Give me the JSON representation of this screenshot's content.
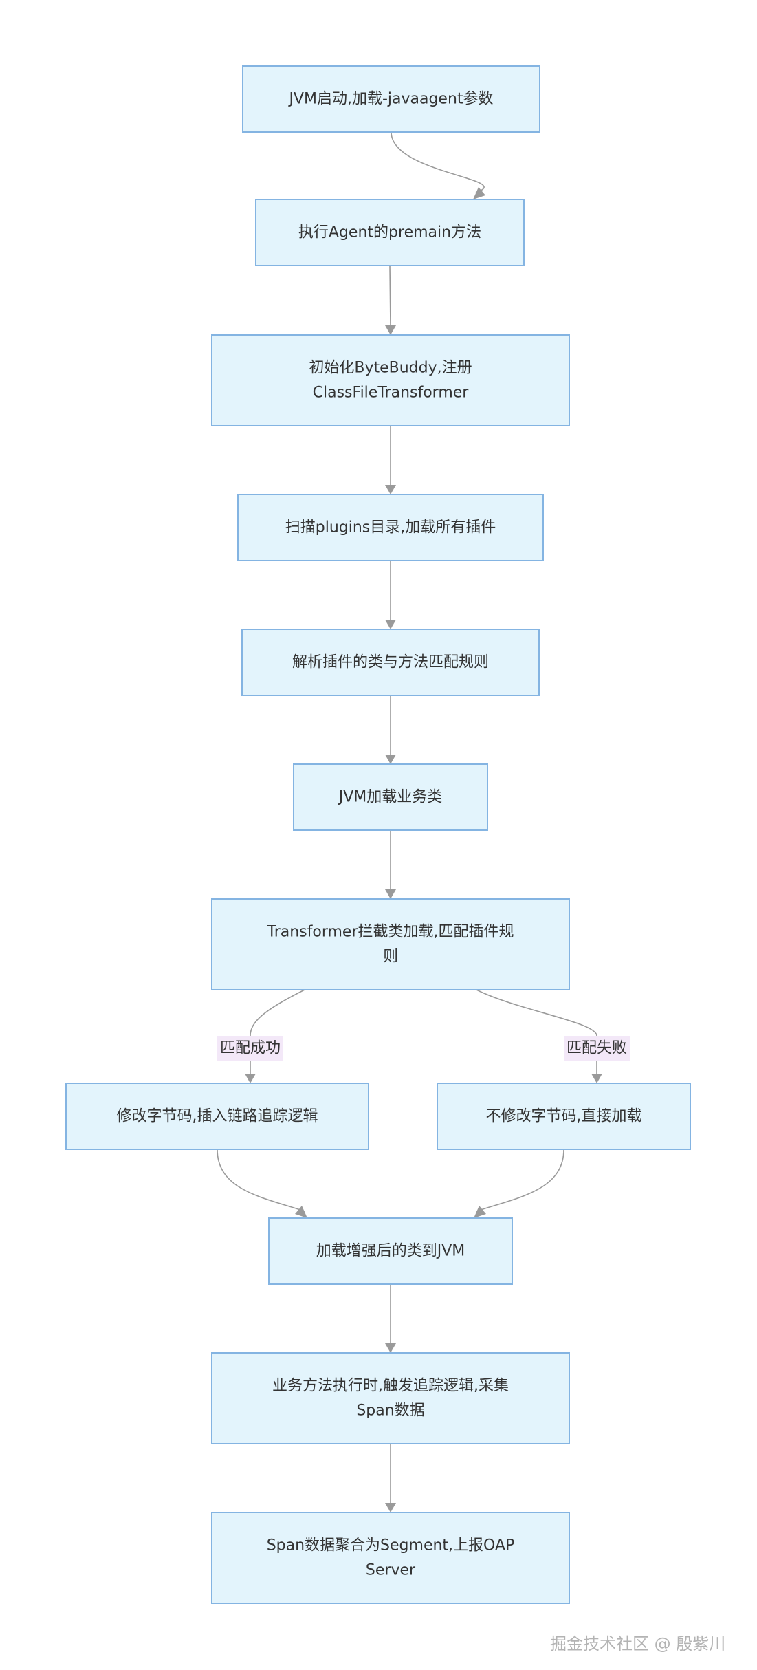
{
  "diagram": {
    "nodes": [
      {
        "id": "jvm-start",
        "lines": [
          "JVM启动,加载-javaagent参数"
        ]
      },
      {
        "id": "premain",
        "lines": [
          "执行Agent的premain方法"
        ]
      },
      {
        "id": "init-bytebuddy",
        "lines": [
          "初始化ByteBuddy,注册",
          "ClassFileTransformer"
        ]
      },
      {
        "id": "scan-plugins",
        "lines": [
          "扫描plugins目录,加载所有插件"
        ]
      },
      {
        "id": "parse-rules",
        "lines": [
          "解析插件的类与方法匹配规则"
        ]
      },
      {
        "id": "jvm-load-class",
        "lines": [
          "JVM加载业务类"
        ]
      },
      {
        "id": "transformer-intercept",
        "lines": [
          "Transformer拦截类加载,匹配插件规",
          "则"
        ]
      },
      {
        "id": "modify-bytecode",
        "lines": [
          "修改字节码,插入链路追踪逻辑"
        ]
      },
      {
        "id": "no-modify",
        "lines": [
          "不修改字节码,直接加载"
        ]
      },
      {
        "id": "load-enhanced",
        "lines": [
          "加载增强后的类到JVM"
        ]
      },
      {
        "id": "trigger-trace",
        "lines": [
          "业务方法执行时,触发追踪逻辑,采集",
          "Span数据"
        ]
      },
      {
        "id": "report-oap",
        "lines": [
          "Span数据聚合为Segment,上报OAP",
          "Server"
        ]
      }
    ],
    "edges": [
      {
        "from": "jvm-start",
        "to": "premain"
      },
      {
        "from": "premain",
        "to": "init-bytebuddy"
      },
      {
        "from": "init-bytebuddy",
        "to": "scan-plugins"
      },
      {
        "from": "scan-plugins",
        "to": "parse-rules"
      },
      {
        "from": "parse-rules",
        "to": "jvm-load-class"
      },
      {
        "from": "jvm-load-class",
        "to": "transformer-intercept"
      },
      {
        "from": "transformer-intercept",
        "to": "modify-bytecode",
        "label": "匹配成功"
      },
      {
        "from": "transformer-intercept",
        "to": "no-modify",
        "label": "匹配失败"
      },
      {
        "from": "modify-bytecode",
        "to": "load-enhanced"
      },
      {
        "from": "no-modify",
        "to": "load-enhanced"
      },
      {
        "from": "load-enhanced",
        "to": "trigger-trace"
      },
      {
        "from": "trigger-trace",
        "to": "report-oap"
      }
    ]
  },
  "watermark": "掘金技术社区 @ 殷紫川"
}
